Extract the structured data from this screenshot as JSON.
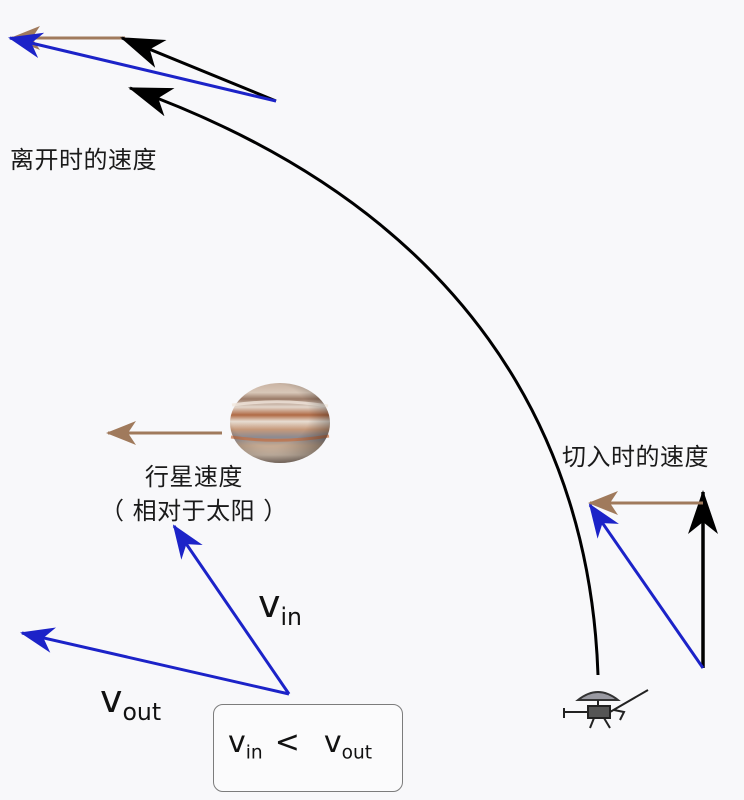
{
  "labels": {
    "departure_velocity": "离开时的速度",
    "entry_velocity": "切入时的速度",
    "planet_velocity_line1": "行星速度",
    "planet_velocity_line2": "（ 相对于太阳 ）"
  },
  "math": {
    "v_symbol": "v",
    "sub_in": "in",
    "sub_out": "out",
    "comparison_operator": "<"
  },
  "colors": {
    "background": "#f8f8fa",
    "planet_velocity_arrow": "#a07a5c",
    "resultant_velocity_arrow": "#1c23c8",
    "spacecraft_velocity_arrow": "#000000",
    "trajectory": "#000000"
  },
  "icons": {
    "planet": "jupiter-icon",
    "spacecraft": "space-probe-icon"
  }
}
